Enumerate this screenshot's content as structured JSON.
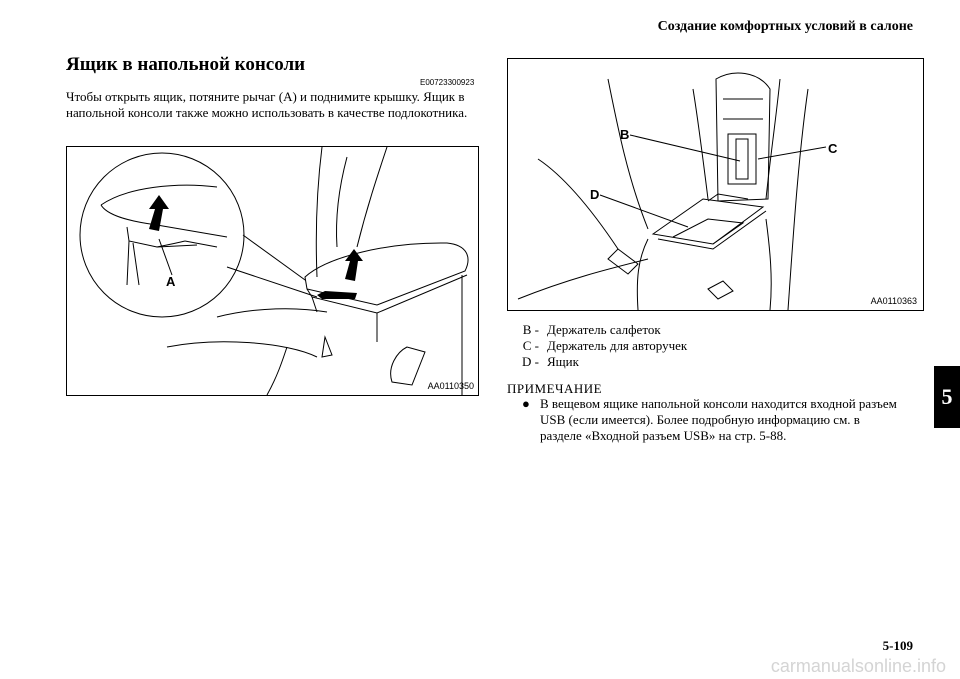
{
  "header": {
    "section_title": "Создание комфортных условий в салоне"
  },
  "section": {
    "title": "Ящик в напольной консоли",
    "code": "E00723300923",
    "intro": "Чтобы открыть ящик, потяните рычаг (A) и поднимите крышку. Ящик в напольной консоли также можно использовать в качестве подлокотника."
  },
  "figure_left": {
    "id": "AA0110350",
    "label_a": "A"
  },
  "figure_right": {
    "id": "AA0110363",
    "label_b": "B",
    "label_c": "C",
    "label_d": "D"
  },
  "legend": [
    {
      "key": "B -",
      "text": "Держатель салфеток"
    },
    {
      "key": "C -",
      "text": "Держатель для авторучек"
    },
    {
      "key": "D -",
      "text": "Ящик"
    }
  ],
  "note": {
    "heading": "ПРИМЕЧАНИЕ",
    "bullet": "●",
    "text": "В вещевом ящике напольной консоли находится входной разъем USB (если имеется). Более подробную информацию см. в разделе «Входной разъем USB» на стр. 5-88."
  },
  "chapter_tab": "5",
  "page_number": "5-109",
  "watermark": "carmanualsonline.info"
}
